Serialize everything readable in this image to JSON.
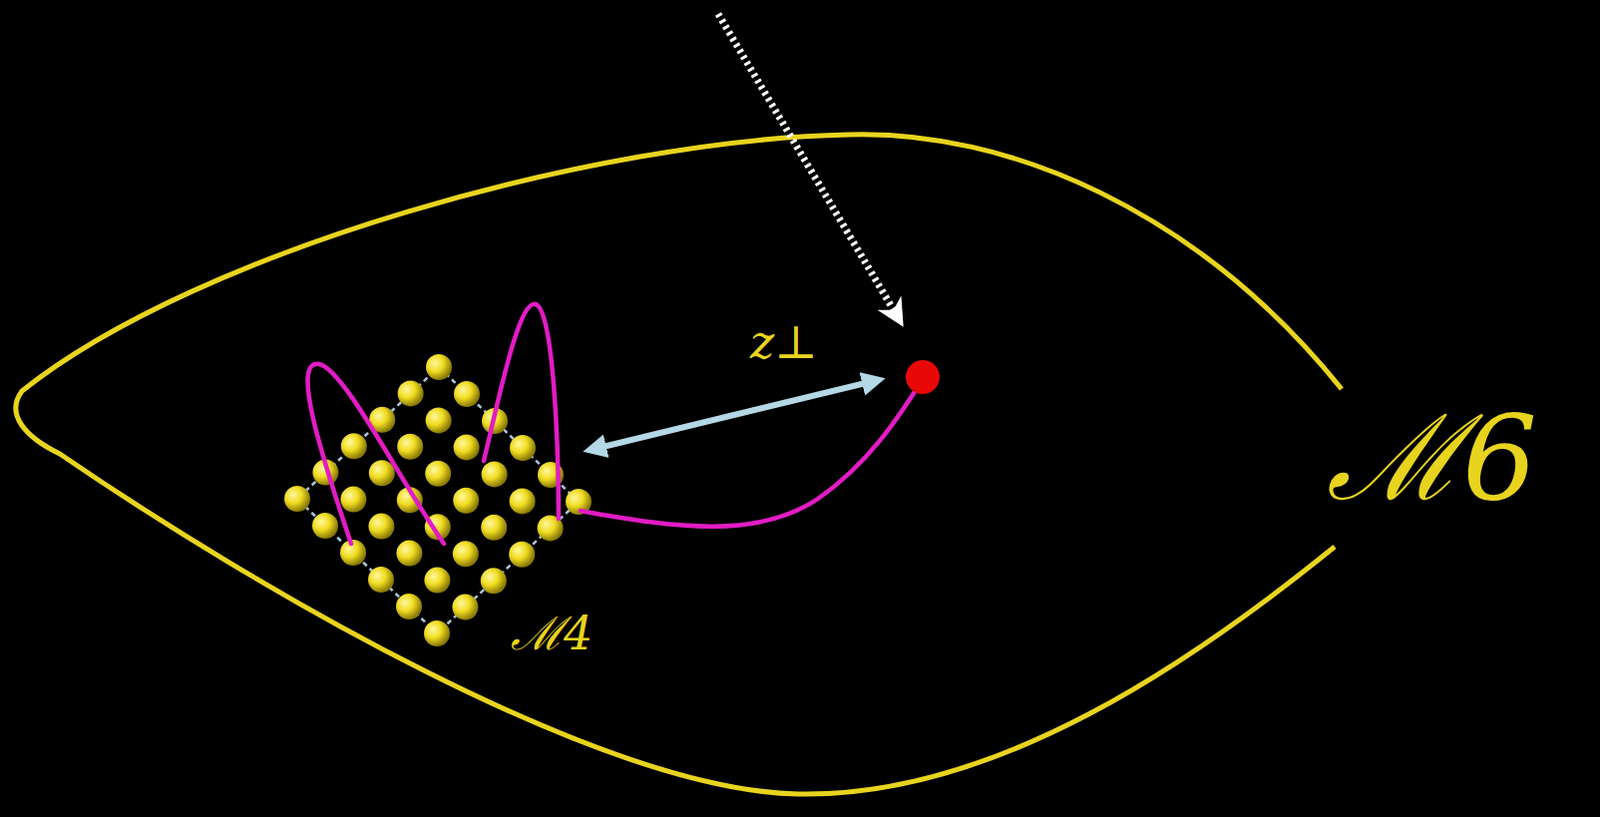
{
  "diagram": {
    "labels": [
      "z⊥",
      "ℳ6",
      "ℳ4"
    ]
  }
}
